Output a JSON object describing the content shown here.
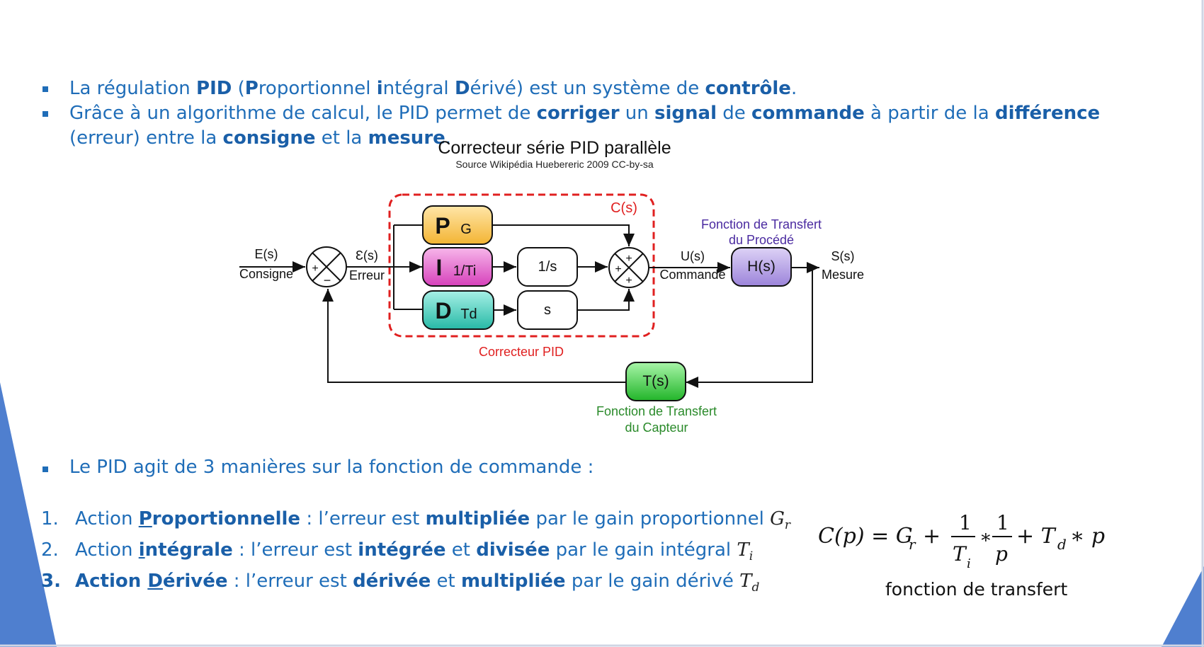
{
  "bullets_top": [
    {
      "segments": [
        {
          "text": "La régulation ",
          "bold": false
        },
        {
          "text": "PID",
          "bold": true
        },
        {
          "text": " (",
          "bold": false
        },
        {
          "text": "P",
          "bold": true
        },
        {
          "text": "roportionnel ",
          "bold": false
        },
        {
          "text": "i",
          "bold": true
        },
        {
          "text": "ntégral ",
          "bold": false
        },
        {
          "text": "D",
          "bold": true
        },
        {
          "text": "érivé) est un système de ",
          "bold": false
        },
        {
          "text": "contrôle",
          "bold": true
        },
        {
          "text": ".",
          "bold": false
        }
      ]
    },
    {
      "segments": [
        {
          "text": "Grâce à un algorithme de calcul, le PID permet de ",
          "bold": false
        },
        {
          "text": "corriger",
          "bold": true
        },
        {
          "text": " un ",
          "bold": false
        },
        {
          "text": "signal",
          "bold": true
        },
        {
          "text": " de ",
          "bold": false
        },
        {
          "text": "commande",
          "bold": true
        },
        {
          "text": " à partir de la ",
          "bold": false
        },
        {
          "text": "différence",
          "bold": true
        },
        {
          "text": " (erreur) entre la ",
          "bold": false
        },
        {
          "text": "consigne",
          "bold": true
        },
        {
          "text": " et la ",
          "bold": false
        },
        {
          "text": "mesure",
          "bold": true
        },
        {
          "text": ".",
          "bold": false
        }
      ]
    }
  ],
  "diagram": {
    "title": "Correcteur série PID parallèle",
    "source": "Source Wikipédia Huebereric 2009 CC-by-sa",
    "input_top": "E(s)",
    "input_bottom": "Consigne",
    "error_top": "Ɛ(s)",
    "error_bottom": "Erreur",
    "plus": "+",
    "minus": "−",
    "p_letter": "P",
    "p_sub": "G",
    "i_letter": "I",
    "i_sub": "1/Ti",
    "d_letter": "D",
    "d_sub": "Td",
    "integrator": "1/s",
    "derivative": "s",
    "cs_label": "C(s)",
    "pid_label": "Correcteur PID",
    "u_top": "U(s)",
    "u_bottom": "Commande",
    "h_block": "H(s)",
    "h_caption_1": "Fonction de Transfert",
    "h_caption_2": "du Procédé",
    "s_top": "S(s)",
    "s_bottom": "Mesure",
    "t_block": "T(s)",
    "t_caption_1": "Fonction de Transfert",
    "t_caption_2": "du Capteur",
    "colors": {
      "p_block": "#f6c45a",
      "i_block": "#d94fc0",
      "d_block": "#3cc7b4",
      "h_block": "#a990e0",
      "t_block": "#3ec94a",
      "dashed": "#e02020",
      "caption_h": "#4a2aa0",
      "caption_t": "#2a8a2a"
    }
  },
  "bullet3": "Le PID agit de 3 manières sur la fonction de commande :",
  "actions": [
    {
      "num": "1.",
      "prefix": "Action ",
      "ul_letter": "P",
      "name_rest": "roportionnelle",
      "mid1": " : l’erreur est ",
      "kw1": "multipliée",
      "mid2": "",
      "kw2": "",
      "end": " par le gain proportionnel ",
      "sym": "G",
      "sub": "r"
    },
    {
      "num": "2.",
      "prefix": "Action ",
      "ul_letter": "i",
      "name_rest": "ntégrale",
      "mid1": " : l’erreur est ",
      "kw1": "intégrée",
      "mid2": " et ",
      "kw2": "divisée",
      "end": " par le gain intégral ",
      "sym": "T",
      "sub": "i"
    },
    {
      "num": "3.",
      "prefix": "Action ",
      "ul_letter": "D",
      "name_rest": "érivée",
      "mid1": " : l’erreur est ",
      "kw1": "dérivée",
      "mid2": " et ",
      "kw2": "multipliée",
      "end": " par le gain dérivé ",
      "sym": "T",
      "sub": "d"
    }
  ],
  "formula": {
    "lhs": "C(p) = G",
    "lhs_sub": "r",
    "plus": "+",
    "frac1_num": "1",
    "frac1_den": "T",
    "frac1_den_sub": "i",
    "times": "∗",
    "frac2_num": "1",
    "frac2_den": "p",
    "plus2": "+ T",
    "td_sub": "d",
    "tail": "∗ p",
    "caption": "fonction de transfert"
  }
}
